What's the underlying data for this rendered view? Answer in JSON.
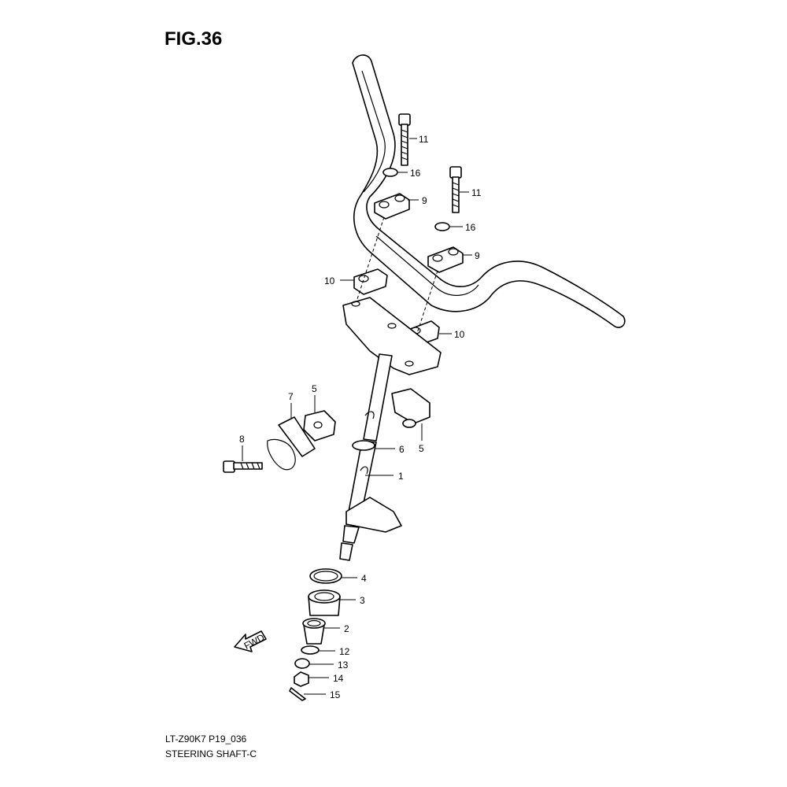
{
  "figure": {
    "title": "FIG.36",
    "model_code": "LT-Z90K7 P19_036",
    "section_name": "STEERING SHAFT-C"
  },
  "direction_marker": "FWD",
  "callouts": [
    {
      "id": "c11a",
      "label": "11"
    },
    {
      "id": "c16a",
      "label": "16"
    },
    {
      "id": "c9a",
      "label": "9"
    },
    {
      "id": "c11b",
      "label": "11"
    },
    {
      "id": "c16b",
      "label": "16"
    },
    {
      "id": "c9b",
      "label": "9"
    },
    {
      "id": "c10a",
      "label": "10"
    },
    {
      "id": "c10b",
      "label": "10"
    },
    {
      "id": "c7",
      "label": "7"
    },
    {
      "id": "c5a",
      "label": "5"
    },
    {
      "id": "c8",
      "label": "8"
    },
    {
      "id": "c6",
      "label": "6"
    },
    {
      "id": "c5b",
      "label": "5"
    },
    {
      "id": "c1",
      "label": "1"
    },
    {
      "id": "c4",
      "label": "4"
    },
    {
      "id": "c3",
      "label": "3"
    },
    {
      "id": "c2",
      "label": "2"
    },
    {
      "id": "c12",
      "label": "12"
    },
    {
      "id": "c13",
      "label": "13"
    },
    {
      "id": "c14",
      "label": "14"
    },
    {
      "id": "c15",
      "label": "15"
    }
  ]
}
